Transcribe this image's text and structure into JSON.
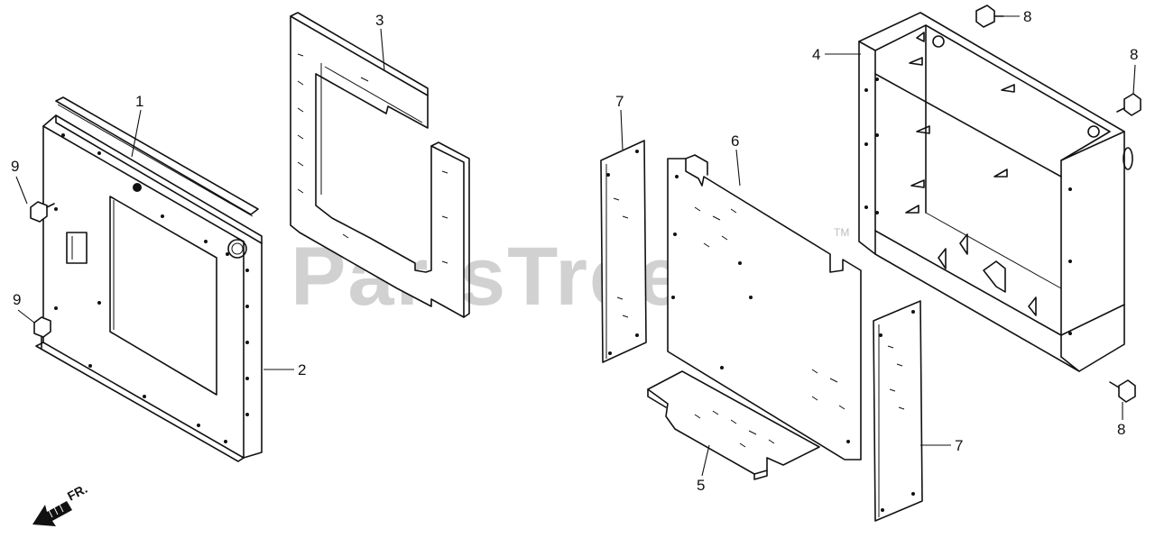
{
  "watermark": {
    "text": "PartsTree",
    "trademark": "TM"
  },
  "direction_marker": {
    "label": "FR."
  },
  "callouts": [
    {
      "id": "c1",
      "label": "1"
    },
    {
      "id": "c2",
      "label": "2"
    },
    {
      "id": "c3",
      "label": "3"
    },
    {
      "id": "c4",
      "label": "4"
    },
    {
      "id": "c5",
      "label": "5"
    },
    {
      "id": "c6",
      "label": "6"
    },
    {
      "id": "c7a",
      "label": "7"
    },
    {
      "id": "c7b",
      "label": "7"
    },
    {
      "id": "c8a",
      "label": "8"
    },
    {
      "id": "c8b",
      "label": "8"
    },
    {
      "id": "c8c",
      "label": "8"
    },
    {
      "id": "c9a",
      "label": "9"
    },
    {
      "id": "c9b",
      "label": "9"
    }
  ]
}
